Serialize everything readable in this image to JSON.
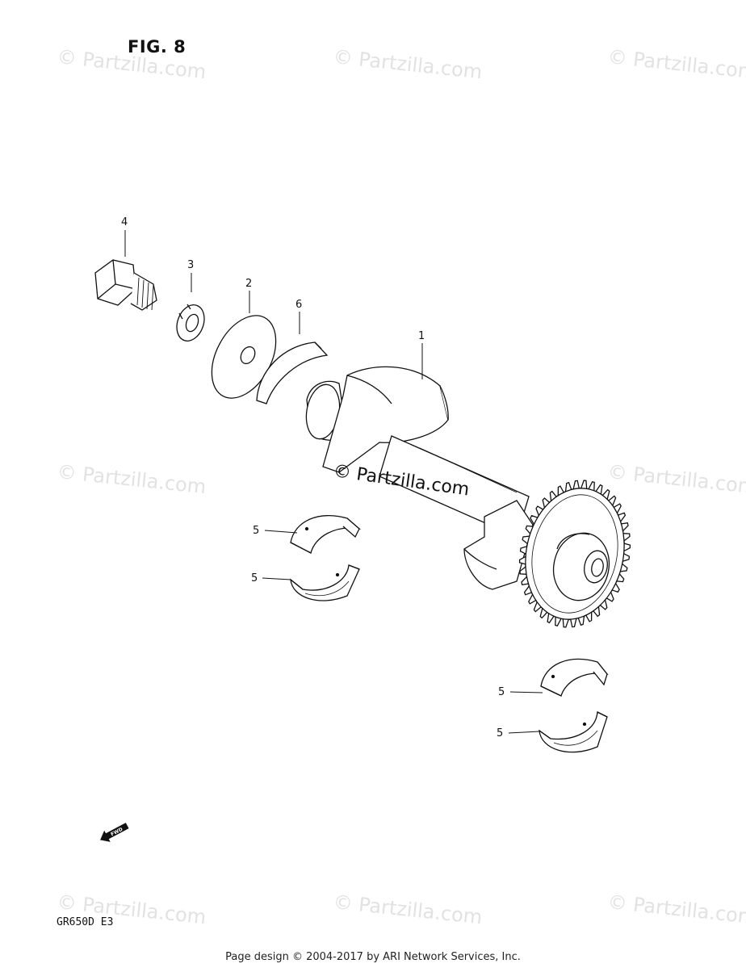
{
  "figure": {
    "title": "FIG. 8",
    "model_code": "GR650D E3"
  },
  "callouts": {
    "bolt": "4",
    "lock_washer": "3",
    "washer": "2",
    "shim": "6",
    "balancer_shaft": "1",
    "bearing_upper_left": "5",
    "bearing_lower_left": "5",
    "bearing_upper_right": "5",
    "bearing_lower_right": "5"
  },
  "watermark": {
    "text": "© Partzilla.com",
    "center_text": "© Partzilla.com"
  },
  "fwd_label": "FWD",
  "footer": "Page design © 2004-2017 by ARI Network Services, Inc.",
  "colors": {
    "line": "#111111",
    "watermark": "#e2e2e2",
    "background": "#ffffff"
  }
}
